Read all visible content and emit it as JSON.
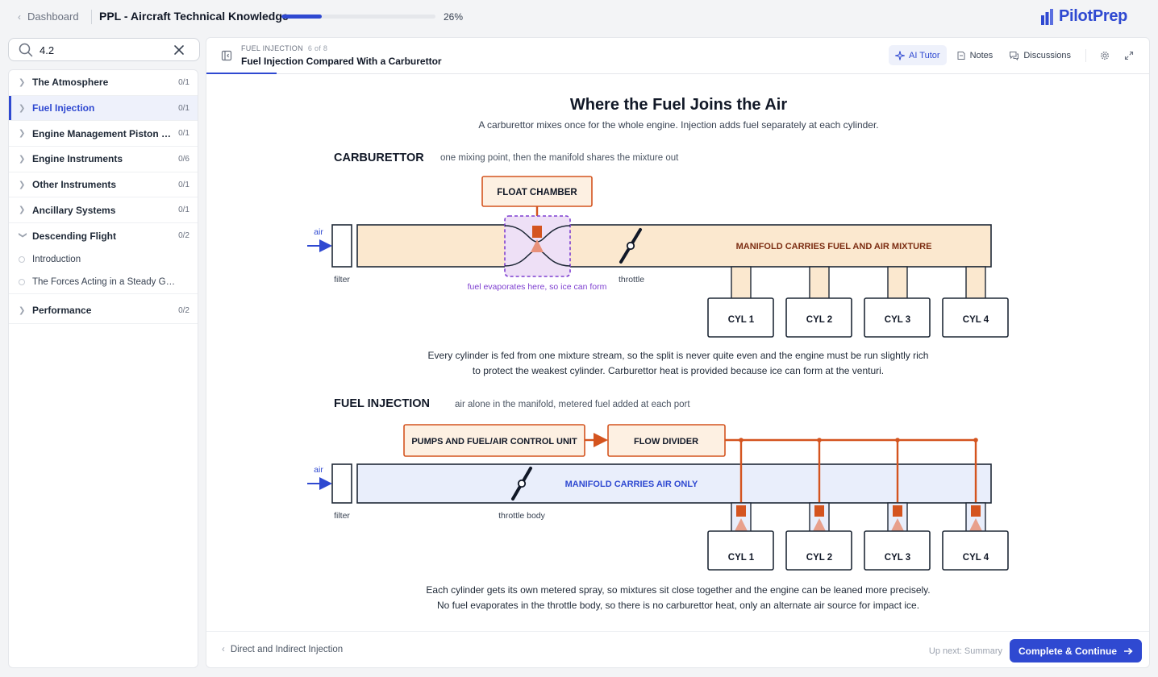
{
  "topbar": {
    "back_label": "Dashboard",
    "course_title": "PPL - Aircraft Technical Knowledge",
    "progress": 0.26,
    "progress_label": "26%",
    "logo": "PilotPrep"
  },
  "search": {
    "value": "4.2",
    "placeholder": ""
  },
  "sidebar": {
    "items": [
      {
        "label": "The Atmosphere",
        "count": "0/1",
        "expanded": false,
        "active": false
      },
      {
        "label": "Fuel Injection",
        "count": "0/1",
        "expanded": false,
        "active": true
      },
      {
        "label": "Engine Management Piston Engines",
        "count": "0/1",
        "expanded": false,
        "active": false
      },
      {
        "label": "Engine Instruments",
        "count": "0/6",
        "expanded": false,
        "active": false
      },
      {
        "label": "Other Instruments",
        "count": "0/1",
        "expanded": false,
        "active": false
      },
      {
        "label": "Ancillary Systems",
        "count": "0/1",
        "expanded": false,
        "active": false
      },
      {
        "label": "Descending Flight",
        "count": "0/2",
        "expanded": true,
        "active": false,
        "children": [
          "Introduction",
          "The Forces Acting in a Steady Glide"
        ]
      },
      {
        "label": "Performance",
        "count": "0/2",
        "expanded": false,
        "active": false
      }
    ]
  },
  "lesson": {
    "section": "FUEL INJECTION",
    "position": "6 of 8",
    "title": "Fuel Injection Compared With a Carburettor",
    "actions": {
      "ai_tutor": "AI Tutor",
      "notes": "Notes",
      "discussions": "Discussions"
    }
  },
  "diagram": {
    "title": "Where the Fuel Joins the Air",
    "subtitle": "A carburettor mixes once for the whole engine. Injection adds fuel separately at each cylinder.",
    "carb": {
      "heading": "CARBURETTOR",
      "caption": "one mixing point, then the manifold shares the mixture out",
      "float_chamber": "FLOAT CHAMBER",
      "air": "air",
      "filter": "filter",
      "throttle": "throttle",
      "venturi_note": "fuel evaporates here, so ice can form",
      "manifold": "MANIFOLD CARRIES FUEL AND AIR MIXTURE",
      "cylinders": [
        "CYL 1",
        "CYL 2",
        "CYL 3",
        "CYL 4"
      ],
      "explanation": [
        "Every cylinder is fed from one mixture stream, so the split is never quite even and the engine must be run slightly rich",
        "to protect the weakest cylinder. Carburettor heat is provided because ice can form at the venturi."
      ]
    },
    "inj": {
      "heading": "FUEL INJECTION",
      "caption": "air alone in the manifold, metered fuel added at each port",
      "pumps": "PUMPS AND FUEL/AIR CONTROL UNIT",
      "flow_divider": "FLOW DIVIDER",
      "air": "air",
      "filter": "filter",
      "throttle_body": "throttle body",
      "manifold": "MANIFOLD CARRIES AIR ONLY",
      "cylinders": [
        "CYL 1",
        "CYL 2",
        "CYL 3",
        "CYL 4"
      ],
      "explanation": [
        "Each cylinder gets its own metered spray, so mixtures sit close together and the engine can be leaned more precisely.",
        "No fuel evaporates in the throttle body, so there is no carburettor heat, only an alternate air source for impact ice."
      ]
    }
  },
  "footer": {
    "prev": "Direct and Indirect Injection",
    "up_next": "Up next: Summary",
    "complete": "Complete & Continue"
  },
  "colors": {
    "accent": "#2f49d1",
    "fuel": "#d4541f",
    "mixture_fill": "#fbe8cf",
    "air_fill": "#e9eefb",
    "ice_zone": "#7e3fd0"
  }
}
